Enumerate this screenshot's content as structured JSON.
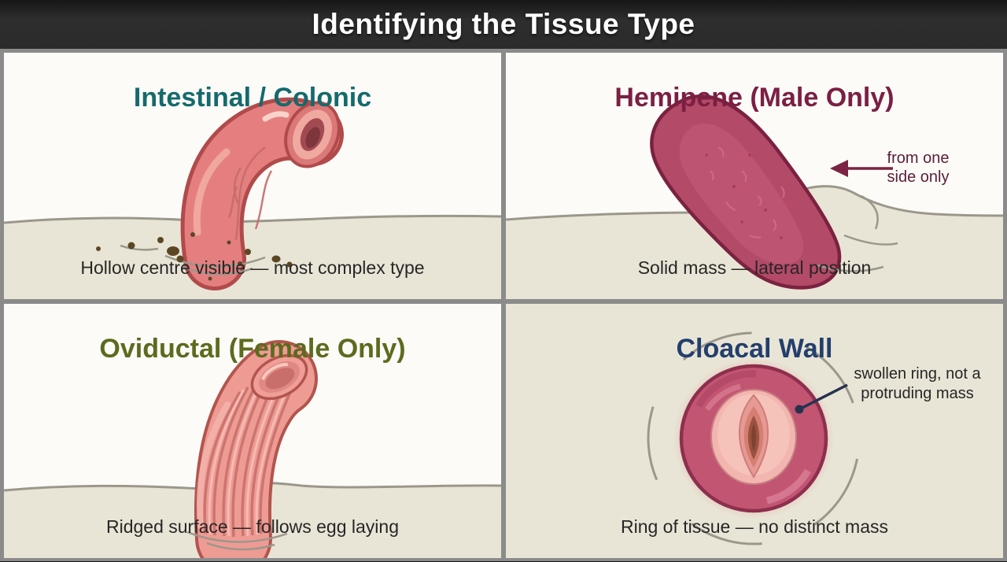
{
  "header": {
    "title": "Identifying the Tissue Type"
  },
  "panels": {
    "intestinal": {
      "title": "Intestinal / Colonic",
      "caption": "Hollow centre visible — most complex type",
      "title_color": "#156a6c",
      "illustration": "everted-pink-tube-with-hollow-open-centre-and-fecal-debris"
    },
    "hemipene": {
      "title": "Hemipene (Male Only)",
      "caption": "Solid mass — lateral position",
      "title_color": "#7b1f43",
      "annotation_line1": "from one",
      "annotation_line2": "side only",
      "illustration": "solid-dark-rose-mass-protruding-laterally-from-vent"
    },
    "oviductal": {
      "title": "Oviductal (Female Only)",
      "caption": "Ridged surface — follows egg laying",
      "title_color": "#5c6b1d",
      "illustration": "ridged-pink-tube-open-at-top"
    },
    "cloacal": {
      "title": "Cloacal Wall",
      "caption": "Ring of tissue — no distinct mass",
      "title_color": "#233f6d",
      "annotation_line1": "swollen ring, not a",
      "annotation_line2": "protruding mass",
      "illustration": "swollen-ring-of-tissue-around-vent-no-protrusion"
    }
  },
  "colors": {
    "title_bar_bg": "#2b2b2b",
    "title_text": "#ffffff",
    "panel_bg": "#fcfbf8",
    "ground_beige": "#e9e5d6",
    "divider_gray": "#8b8b8b",
    "ground_line": "#9b978b",
    "tissue_pink": "#e57f7f",
    "tissue_pink_outline": "#b14b4b",
    "tissue_dark_rose": "#b34a68",
    "tissue_dark_rose_outline": "#7a2240",
    "tissue_light_pink": "#ee9b94",
    "ring_rose": "#c25672",
    "ring_outline": "#8e2f4e",
    "arrow_maroon": "#7c2344",
    "leader_navy": "#26324e",
    "debris_brown": "#5c4724"
  }
}
